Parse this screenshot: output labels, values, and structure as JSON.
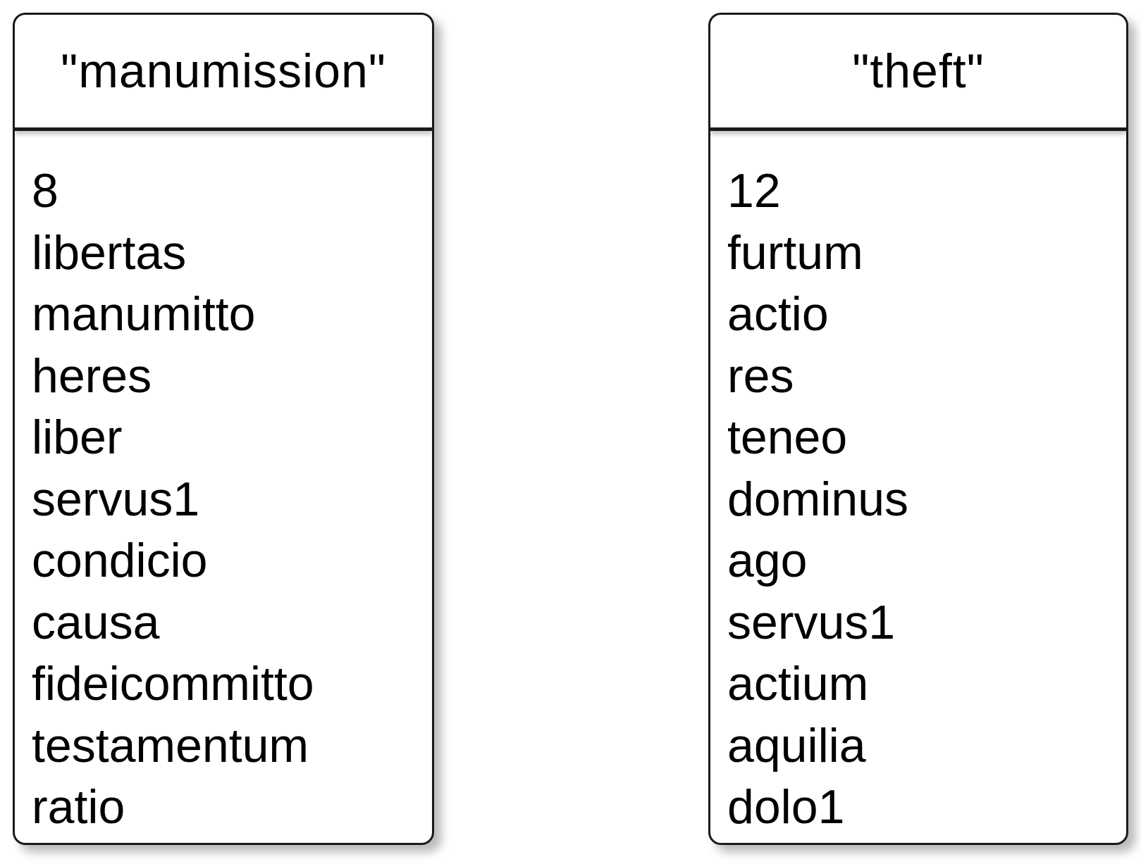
{
  "boxes": [
    {
      "title": "\"manumission\"",
      "items": [
        "8",
        "libertas",
        "manumitto",
        "heres",
        "liber",
        "servus1",
        "condicio",
        "causa",
        "fideicommitto",
        "testamentum",
        "ratio"
      ]
    },
    {
      "title": "\"theft\"",
      "items": [
        "12",
        "furtum",
        "actio",
        "res",
        "teneo",
        "dominus",
        "ago",
        "servus1",
        "actium",
        "aquilia",
        "dolo1"
      ]
    }
  ]
}
